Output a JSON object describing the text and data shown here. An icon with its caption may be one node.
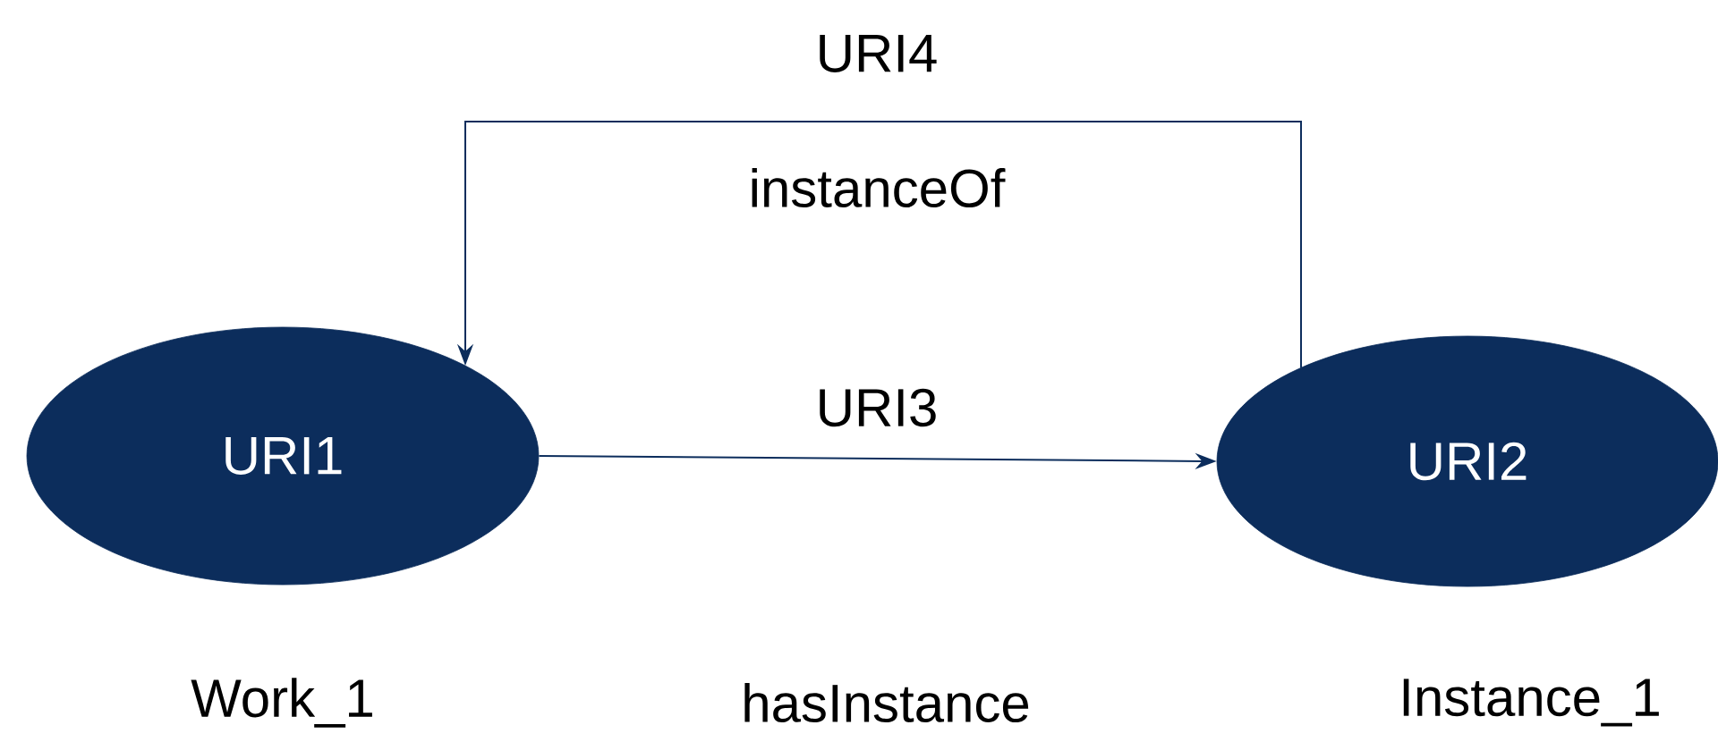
{
  "diagram": {
    "nodes": [
      {
        "text": [
          "URI1"
        ],
        "beside": [
          "Work_1"
        ]
      },
      {
        "text": [
          "URI2"
        ],
        "beside": [
          "Instance_1"
        ]
      }
    ],
    "edges": [
      {
        "from": 0,
        "to": 1,
        "arrow": "to",
        "label": "URI3"
      },
      {
        "from": 1,
        "to": 0,
        "arrow": "to",
        "label": "URI4"
      }
    ],
    "labels": [
      "instanceOf",
      "hasInstance"
    ]
  }
}
